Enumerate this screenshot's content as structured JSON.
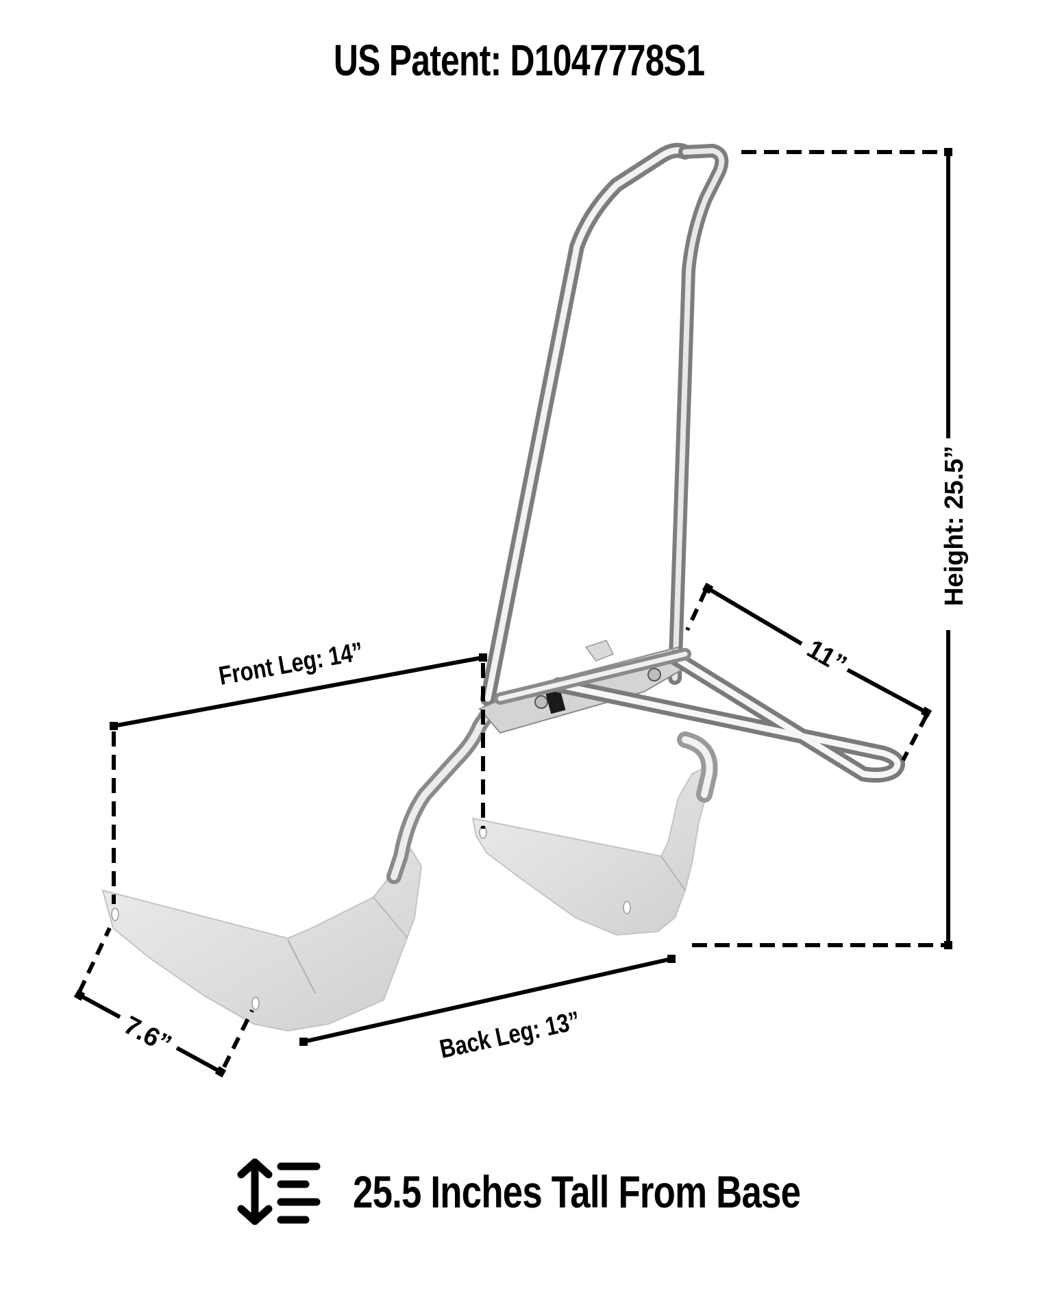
{
  "header": {
    "title": "US Patent: D1047778S1"
  },
  "dimensions": {
    "height": {
      "label": "Height: 25.5”",
      "value_in": 25.5
    },
    "width": {
      "label": "11”",
      "value_in": 11
    },
    "front_leg": {
      "label": "Front Leg: 14”",
      "value_in": 14
    },
    "back_leg": {
      "label": "Back Leg: 13”",
      "value_in": 13
    },
    "plate_width": {
      "label": "7.6”",
      "value_in": 7.6
    }
  },
  "product": {
    "name": "sissy-bar-backrest",
    "finish_colors": {
      "chrome_light": "#f4f4f4",
      "chrome_mid": "#c8c8c8",
      "chrome_dark": "#7a7a7a",
      "plate": "#e6e6e6"
    }
  },
  "footer": {
    "icon": "vertical-height-icon",
    "text": "25.5 Inches Tall From Base"
  },
  "colors": {
    "background": "#ffffff",
    "ink": "#000000"
  }
}
